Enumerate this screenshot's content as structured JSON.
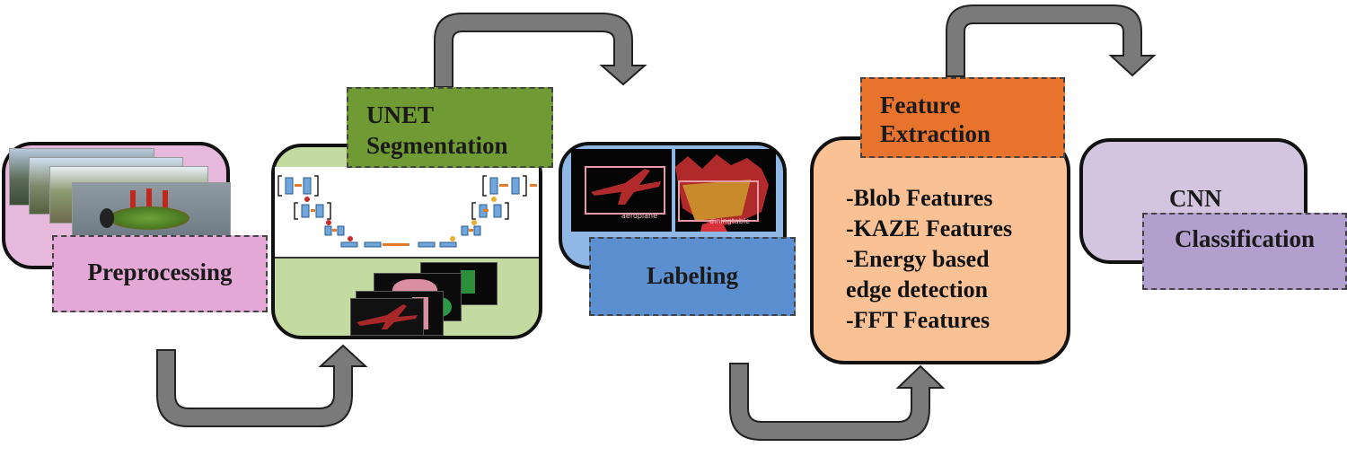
{
  "stages": {
    "preprocessing": {
      "label": "Preprocessing"
    },
    "unet": {
      "label_line1": "UNET",
      "label_line2": "Segmentation"
    },
    "labeling": {
      "label": "Labeling",
      "image_caption_1": "aeroplane",
      "image_caption_2": "diningtable"
    },
    "feature_extraction": {
      "label_line1": "Feature",
      "label_line2": "Extraction",
      "items": [
        "-Blob Features",
        "-KAZE Features",
        "-Energy based",
        "edge detection",
        "-FFT Features"
      ]
    },
    "cnn": {
      "label_top": "CNN",
      "label_bottom": "Classification"
    }
  },
  "colors": {
    "preprocessing_box": "#e5b8dc",
    "preprocessing_tag": "#e3a8d6",
    "unet_box": "#c3dba0",
    "unet_tag": "#6f9a34",
    "labeling_box": "#8fb8e6",
    "labeling_tag": "#5b8fd0",
    "feature_box": "#f9c194",
    "feature_tag": "#e8732c",
    "cnn_box": "#d3c5e0",
    "cnn_tag": "#b39fcd",
    "arrow": "#7a7a7a"
  }
}
